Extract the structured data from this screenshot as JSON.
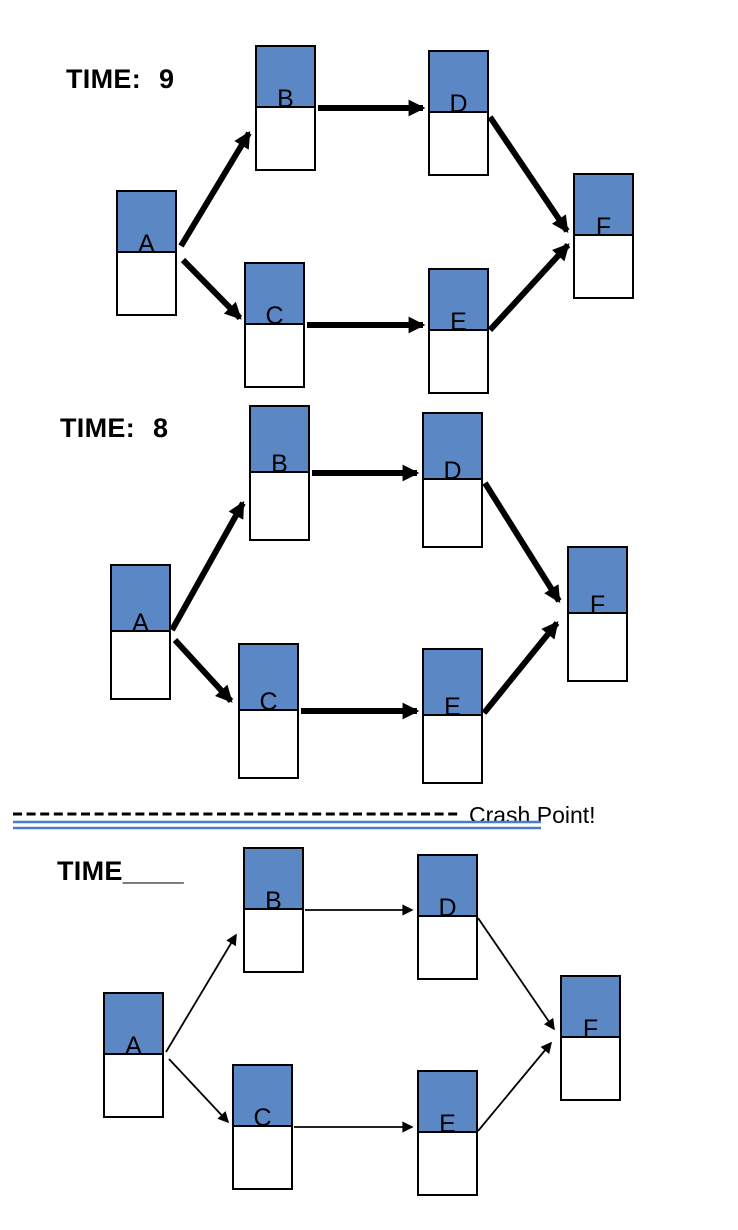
{
  "page": {
    "type": "activity-network-crash-worksheet"
  },
  "colors": {
    "node_fill": "#5b87c5",
    "node_border": "#000000",
    "arrow": "#000000",
    "crash_underline": "#4a7bd4"
  },
  "diagrams": [
    {
      "id": "time-9",
      "title_label": "TIME:",
      "title_value": "9",
      "nodes": {
        "a": "A",
        "b": "B",
        "c": "C",
        "d": "D",
        "e": "E",
        "f": "F"
      },
      "edges": [
        "A→B",
        "A→C",
        "B→D",
        "C→E",
        "D→F",
        "E→F"
      ],
      "arrow_weight": "thick"
    },
    {
      "id": "time-8",
      "title_label": "TIME:",
      "title_value": "8",
      "nodes": {
        "a": "A",
        "b": "B",
        "c": "C",
        "d": "D",
        "e": "E",
        "f": "F"
      },
      "edges": [
        "A→B",
        "A→C",
        "B→D",
        "C→E",
        "D→F",
        "E→F"
      ],
      "arrow_weight": "thick"
    },
    {
      "id": "time-blank",
      "title_label": "TIME",
      "title_blank": "____",
      "title_value": "",
      "nodes": {
        "a": "A",
        "b": "B",
        "c": "C",
        "d": "D",
        "e": "E",
        "f": "F"
      },
      "edges": [
        "A→B",
        "A→C",
        "B→D",
        "C→E",
        "D→F",
        "E→F"
      ],
      "arrow_weight": "thin"
    }
  ],
  "separator": {
    "label": "Crash Point!",
    "line_style": "dashed black line with double blue underline"
  }
}
